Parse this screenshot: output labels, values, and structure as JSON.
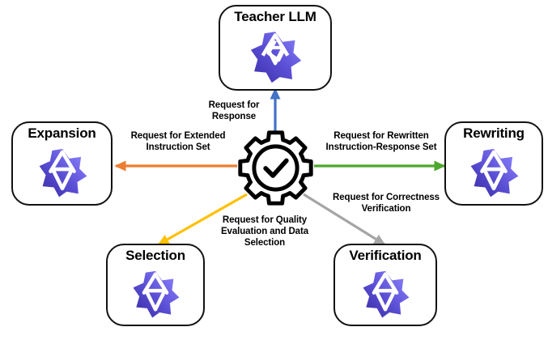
{
  "diagram": {
    "title": "LLM data-generation request routing diagram",
    "center": {
      "name": "central-controller",
      "icon": "gear-check-icon"
    },
    "nodes": [
      {
        "id": "teacher-llm",
        "label": "Teacher LLM",
        "icon": "llm-star-logo-icon"
      },
      {
        "id": "expansion",
        "label": "Expansion",
        "icon": "llm-star-logo-icon"
      },
      {
        "id": "rewriting",
        "label": "Rewriting",
        "icon": "llm-star-logo-icon"
      },
      {
        "id": "selection",
        "label": "Selection",
        "icon": "llm-star-logo-icon"
      },
      {
        "id": "verification",
        "label": "Verification",
        "icon": "llm-star-logo-icon"
      }
    ],
    "edges": [
      {
        "id": "edge-teacher",
        "label": "Request for\nResponse",
        "color": "#4472C4",
        "target": "teacher-llm"
      },
      {
        "id": "edge-expansion",
        "label": "Request for Extended\nInstruction Set",
        "color": "#ED7D31",
        "target": "expansion"
      },
      {
        "id": "edge-rewriting",
        "label": "Request for Rewritten\nInstruction-Response Set",
        "color": "#4EA72E",
        "target": "rewriting"
      },
      {
        "id": "edge-selection",
        "label": "Request for Quality\nEvaluation and Data\nSelection",
        "color": "#FFC000",
        "target": "selection"
      },
      {
        "id": "edge-verification",
        "label": "Request for Correctness\nVerification",
        "color": "#A5A5A5",
        "target": "verification"
      }
    ],
    "colors": {
      "node_border": "#121212",
      "background": "#ffffff",
      "logo_dark": "#3B2FA8",
      "logo_mid": "#5B4FD6",
      "logo_light": "#7C74F5"
    }
  }
}
